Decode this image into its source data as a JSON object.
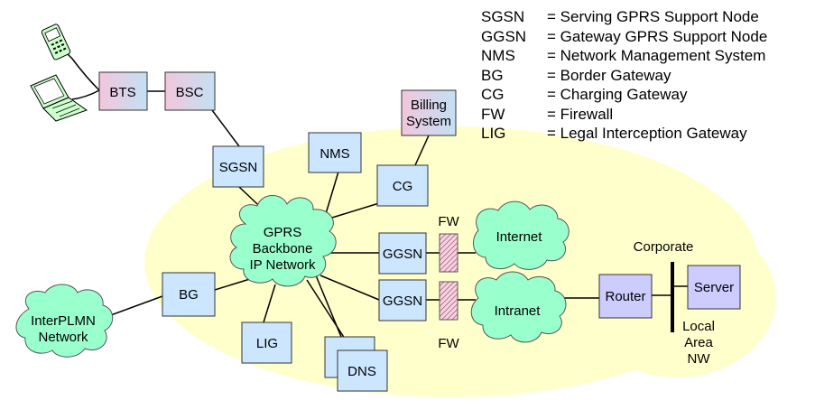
{
  "legend": [
    {
      "abbr": "SGSN",
      "desc": "= Serving GPRS Support Node"
    },
    {
      "abbr": "GGSN",
      "desc": "= Gateway GPRS Support Node"
    },
    {
      "abbr": "NMS",
      "desc": "= Network Management System"
    },
    {
      "abbr": "BG",
      "desc": "= Border Gateway"
    },
    {
      "abbr": "CG",
      "desc": "= Charging Gateway"
    },
    {
      "abbr": "FW",
      "desc": "= Firewall"
    },
    {
      "abbr": "LIG",
      "desc": "= Legal Interception Gateway"
    }
  ],
  "nodes": {
    "bts": "BTS",
    "bsc": "BSC",
    "billing_1": "Billing",
    "billing_2": "System",
    "sgsn": "SGSN",
    "nms": "NMS",
    "cg": "CG",
    "ggsn_top": "GGSN",
    "ggsn_bottom": "GGSN",
    "bg": "BG",
    "lig": "LIG",
    "dns": "DNS",
    "router": "Router",
    "server": "Server"
  },
  "clouds": {
    "backbone_1": "GPRS",
    "backbone_2": "Backbone",
    "backbone_3": "IP Network",
    "internet": "Internet",
    "intranet": "Intranet",
    "interplmn_1": "InterPLMN",
    "interplmn_2": "Network"
  },
  "labels": {
    "fw_top": "FW",
    "fw_bottom": "FW",
    "corporate": "Corporate",
    "lan_1": "Local",
    "lan_2": "Area",
    "lan_3": "NW"
  },
  "colors": {
    "network_area": "#ffffcc",
    "node_fill": "#cce6ff",
    "gradient_pink": "#f0c8dc",
    "cloud": "#99ffcc",
    "router_fill": "#ccccff",
    "firewall": "#c06080"
  },
  "icons": [
    "mobile-phone-icon",
    "laptop-icon"
  ]
}
